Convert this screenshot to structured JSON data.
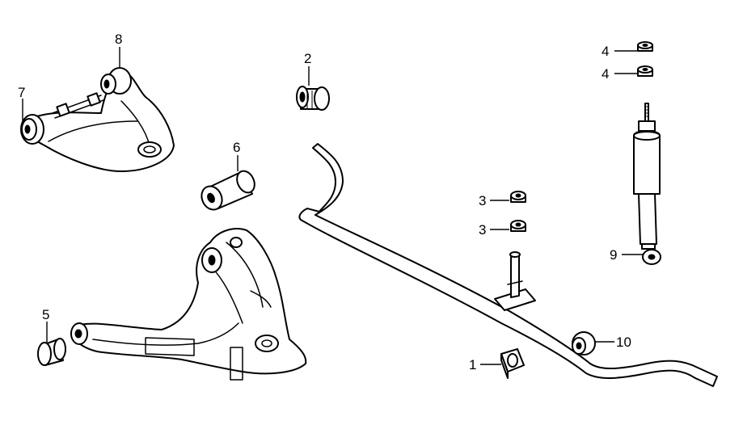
{
  "callouts": {
    "c1": "1",
    "c2": "2",
    "c3a": "3",
    "c3b": "3",
    "c4a": "4",
    "c4b": "4",
    "c5": "5",
    "c6": "6",
    "c7": "7",
    "c8": "8",
    "c9": "9",
    "c10": "10"
  }
}
